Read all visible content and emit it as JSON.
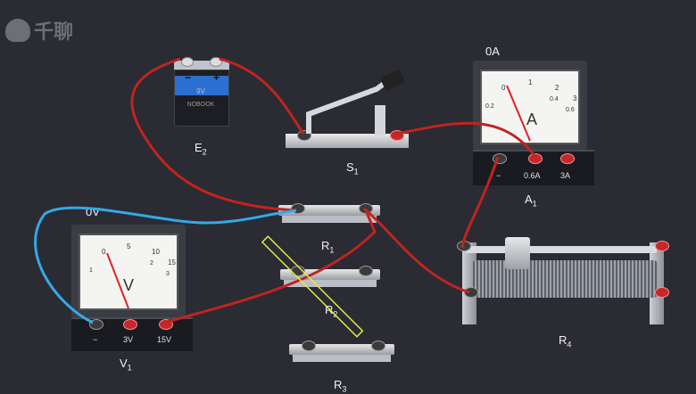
{
  "watermark": {
    "text": "千聊",
    "icon": "cat-logo-icon"
  },
  "components": {
    "battery": {
      "label": "E",
      "sub": "2",
      "voltage": "9V",
      "brand": "NOBOOK",
      "minus": "−",
      "plus": "+"
    },
    "switch": {
      "label": "S",
      "sub": "1"
    },
    "ammeter": {
      "label": "A",
      "sub": "1",
      "reading": "0A",
      "unit": "A",
      "scale_top": [
        "0",
        "1",
        "2",
        "3"
      ],
      "scale_bottom": [
        "0.2",
        "0.4",
        "0.6"
      ],
      "terminals": [
        "−",
        "0.6A",
        "3A"
      ]
    },
    "voltmeter": {
      "label": "V",
      "sub": "1",
      "reading": "0V",
      "unit": "V",
      "scale_top": [
        "0",
        "5",
        "10",
        "15"
      ],
      "scale_bottom": [
        "1",
        "2",
        "3"
      ],
      "terminals": [
        "−",
        "3V",
        "15V"
      ]
    },
    "resistors": [
      {
        "label": "R",
        "sub": "1"
      },
      {
        "label": "R",
        "sub": "2"
      },
      {
        "label": "R",
        "sub": "3"
      }
    ],
    "rheostat": {
      "label": "R",
      "sub": "4"
    }
  },
  "colors": {
    "background": "#2a2b33",
    "wire_red": "#c0241e",
    "wire_blue": "#35a8e6",
    "selection": "#e5e84a"
  }
}
